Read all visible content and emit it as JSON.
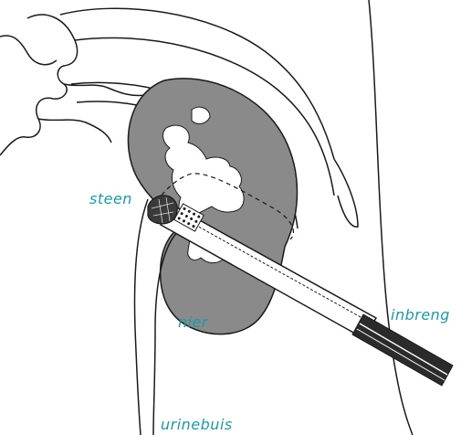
{
  "colors": {
    "label": "#1b9aa6",
    "kidney_fill": "#8a8a8a",
    "outline": "#1a1a1a",
    "instrument_grip": "#2b2b2b"
  },
  "labels": {
    "stone": "steen",
    "kidney": "nier",
    "instrument": "inbreng",
    "ureter": "urinebuis"
  },
  "icons": [
    "kidney-stone-icon",
    "grasper-basket-icon",
    "instrument-grip-icon"
  ]
}
